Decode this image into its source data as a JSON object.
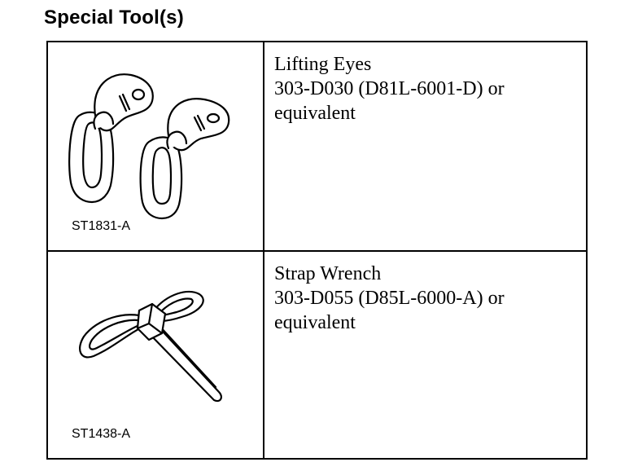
{
  "heading": "Special Tool(s)",
  "tools": [
    {
      "name": "Lifting Eyes",
      "part_line": "303-D030 (D81L-6001-D) or",
      "suffix": "equivalent",
      "illustration_code": "ST1831-A",
      "icon": "lifting-eyes-icon"
    },
    {
      "name": "Strap Wrench",
      "part_line": "303-D055 (D85L-6000-A) or",
      "suffix": "equivalent",
      "illustration_code": "ST1438-A",
      "icon": "strap-wrench-icon"
    }
  ]
}
